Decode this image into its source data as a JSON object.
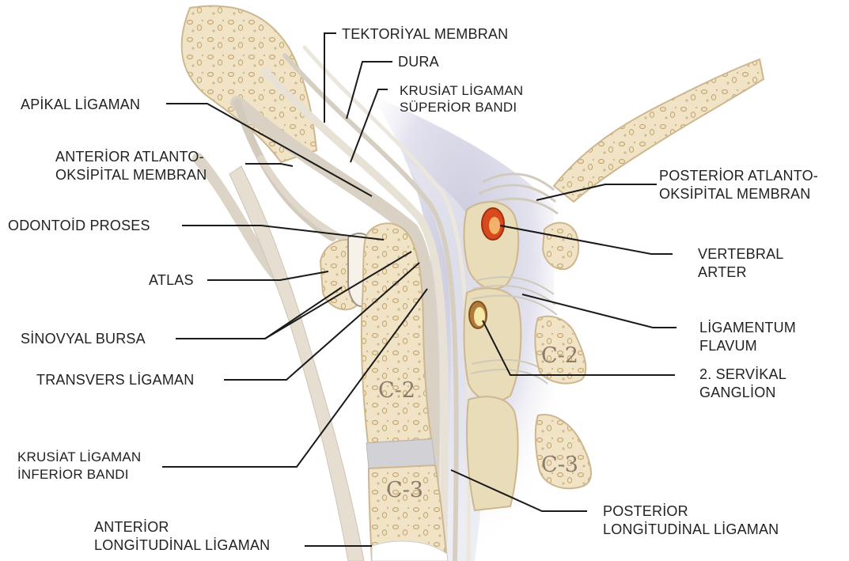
{
  "labels": {
    "tektoriyal": "TEKTORİYAL MEMBRAN",
    "dura": "DURA",
    "krusiat_sup_1": "KRUSİAT LİGAMAN",
    "krusiat_sup_2": "SÜPERİOR BANDI",
    "apikal": "APİKAL LİGAMAN",
    "ant_atlanto_1": "ANTERİOR ATLANTO-",
    "ant_atlanto_2": "OKSİPİTAL MEMBRAN",
    "odontoid": "ODONTOİD PROSES",
    "atlas": "ATLAS",
    "sinovyal": "SİNOVYAL BURSA",
    "transvers": "TRANSVERS LİGAMAN",
    "krusiat_inf_1": "KRUSİAT LİGAMAN",
    "krusiat_inf_2": "İNFERİOR BANDI",
    "ant_long_1": "ANTERİOR",
    "ant_long_2": "LONGİTUDİNAL LİGAMAN",
    "post_atlanto_1": "POSTERİOR ATLANTO-",
    "post_atlanto_2": "OKSİPİTAL MEMBRAN",
    "vertebral_1": "VERTEBRAL",
    "vertebral_2": "ARTER",
    "flavum_1": "LİGAMENTUM",
    "flavum_2": "FLAVUM",
    "servikal_1": "2. SERVİKAL",
    "servikal_2": "GANGLİON",
    "post_long_1": "POSTERİOR",
    "post_long_2": "LONGİTUDİNAL LİGAMAN"
  },
  "vertebra_labels": {
    "c2_body": "C-2",
    "c3_body": "C-3",
    "c2_spinous": "C-2",
    "c3_spinous": "C-3"
  },
  "colors": {
    "bone": "#f1e4c6",
    "bone_dark": "#d9c29a",
    "ligament": "#e2dccf",
    "cord": "#e9e9f3",
    "artery": "#d84a1e",
    "leader": "#1a1a1a"
  }
}
